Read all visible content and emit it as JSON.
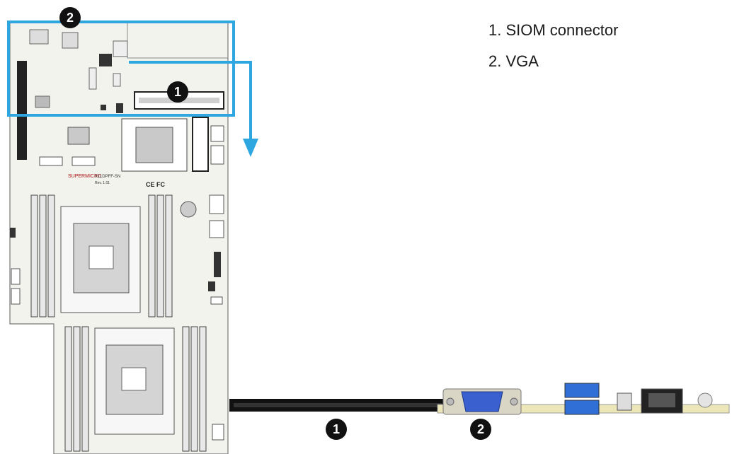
{
  "legend": {
    "items": [
      {
        "label": "1. SIOM connector"
      },
      {
        "label": "2. VGA"
      }
    ]
  },
  "callouts": {
    "one": "1",
    "two": "2"
  },
  "board": {
    "brand": "SUPERMICRO",
    "model": "X11DPFF-SN",
    "rev": "Rev. 1.01",
    "certs": "CE FC"
  },
  "colors": {
    "highlight": "#2ea7e0",
    "callout_bg": "#111111",
    "pcb": "#f3f3ee",
    "vga_blue": "#3a5fcf",
    "usb_blue": "#2f6fd6"
  }
}
